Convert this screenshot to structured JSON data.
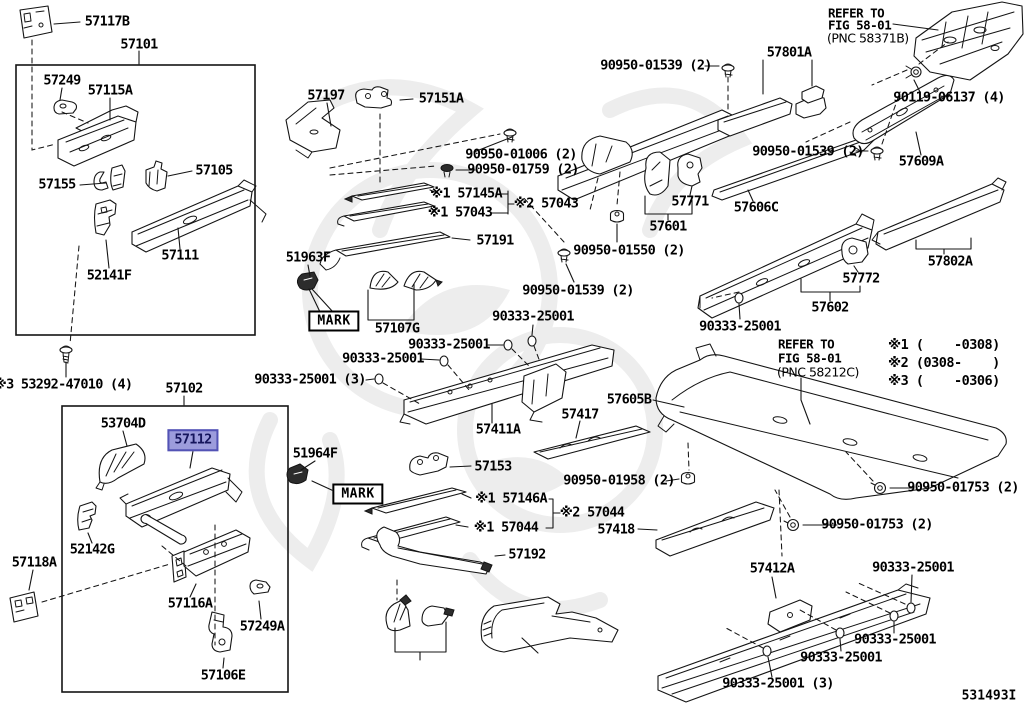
{
  "diagram": {
    "code": "531493I"
  },
  "colors": {
    "line": "#141414",
    "highlight_bg": "#9c9cdc",
    "highlight_border": "#5353b5",
    "highlight_text": "#15155c",
    "watermark": "#ededed"
  },
  "marks": {
    "label": "MARK"
  },
  "legend": [
    "※1 (    -0308)",
    "※2 (0308-    )",
    "※3 (    -0306)"
  ],
  "refer_notes": [
    {
      "lines": [
        "REFER TO",
        "FIG 58-01",
        "(PNC 58371B)"
      ]
    },
    {
      "lines": [
        "REFER TO",
        "FIG 58-01",
        "(PNC 58212C)"
      ]
    }
  ],
  "labels": [
    {
      "text": "57117B"
    },
    {
      "text": "57101"
    },
    {
      "text": "57249"
    },
    {
      "text": "57115A"
    },
    {
      "text": "57155"
    },
    {
      "text": "57105"
    },
    {
      "text": "57111"
    },
    {
      "text": "52141F"
    },
    {
      "text": "※3 53292-47010 (4)"
    },
    {
      "text": "57102"
    },
    {
      "text": "53704D"
    },
    {
      "text": "57112"
    },
    {
      "text": "52142G"
    },
    {
      "text": "57118A"
    },
    {
      "text": "57116A"
    },
    {
      "text": "57249A"
    },
    {
      "text": "57106E"
    },
    {
      "text": "57197"
    },
    {
      "text": "57151A"
    },
    {
      "text": "90950-01006 (2)"
    },
    {
      "text": "90950-01759 (2)"
    },
    {
      "text": "※1 57145A"
    },
    {
      "text": "※1 57043"
    },
    {
      "text": "※2 57043"
    },
    {
      "text": "57191"
    },
    {
      "text": "51963F"
    },
    {
      "text": "57107G"
    },
    {
      "text": "90950-01539 (2)"
    },
    {
      "text": "90950-01550 (2)"
    },
    {
      "text": "90333-25001"
    },
    {
      "text": "90333-25001"
    },
    {
      "text": "90333-25001"
    },
    {
      "text": "90333-25001 (3)"
    },
    {
      "text": "90333-25001"
    },
    {
      "text": "57771"
    },
    {
      "text": "57606C"
    },
    {
      "text": "57601"
    },
    {
      "text": "57772"
    },
    {
      "text": "57602"
    },
    {
      "text": "57802A"
    },
    {
      "text": "90950-01539 (2)"
    },
    {
      "text": "57801A"
    },
    {
      "text": "90119-06137 (4)"
    },
    {
      "text": "57609A"
    },
    {
      "text": "90950-01539 (2)"
    },
    {
      "text": "57605B"
    },
    {
      "text": "57411A"
    },
    {
      "text": "57417"
    },
    {
      "text": "57153"
    },
    {
      "text": "51964F"
    },
    {
      "text": "※1 57146A"
    },
    {
      "text": "※1 57044"
    },
    {
      "text": "※2 57044"
    },
    {
      "text": "57418"
    },
    {
      "text": "57192"
    },
    {
      "text": "90950-01958 (2)"
    },
    {
      "text": "57412A"
    },
    {
      "text": "90950-01753 (2)"
    },
    {
      "text": "90950-01753 (2)"
    },
    {
      "text": "90333-25001"
    },
    {
      "text": "90333-25001"
    },
    {
      "text": "90333-25001"
    },
    {
      "text": "90333-25001 (3)"
    }
  ]
}
